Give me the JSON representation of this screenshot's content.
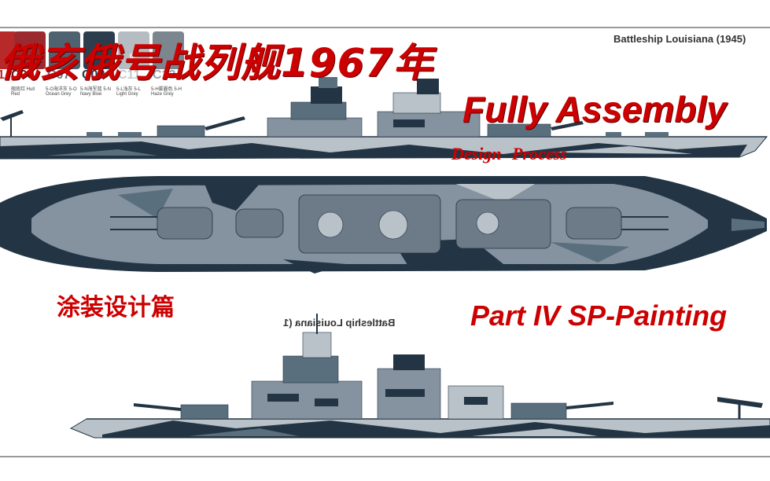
{
  "headings": {
    "cn_title": "俄亥俄号战列舰1967年",
    "fully_assembly": "Fully Assembly",
    "design_process": "Design Process",
    "cn_subtitle": "涂装设计篇",
    "part": "Part IV SP-Painting"
  },
  "drawing": {
    "spec_title": "Battleship Louisiana (1945)",
    "spec_title_mirrored": "Battleship Louisiana (1"
  },
  "palette": [
    {
      "code": "1",
      "sub": "",
      "color": "#b82a2a",
      "text_color": "#bd2a2a"
    },
    {
      "code": "C06",
      "sub": "舰底红 Hull Red",
      "color": "#9a2a2e",
      "text_color": "#6e1a1a"
    },
    {
      "code": "C07",
      "sub": "5-O海洋灰 5-O Ocean Grey",
      "color": "#4e6270",
      "text_color": "#6a7f8c"
    },
    {
      "code": "C08",
      "sub": "5-N海军蓝 5-N Navy Blue",
      "color": "#2c3e4e",
      "text_color": "#2c3e4e"
    },
    {
      "code": "C11",
      "sub": "5-L浅灰 5-L Light Grey",
      "color": "#b6bdc2",
      "text_color": "#c4c9cc"
    },
    {
      "code": "C12",
      "sub": "5-H雾霾色 5-H Haze Grey",
      "color": "#7b868f",
      "text_color": "#9aa3a9"
    }
  ],
  "colors": {
    "navy": "#233544",
    "ocean_grey": "#5a6f7e",
    "light_grey": "#b9c2c8",
    "deck": "#8592a0",
    "accent_red": "#cc0000"
  }
}
